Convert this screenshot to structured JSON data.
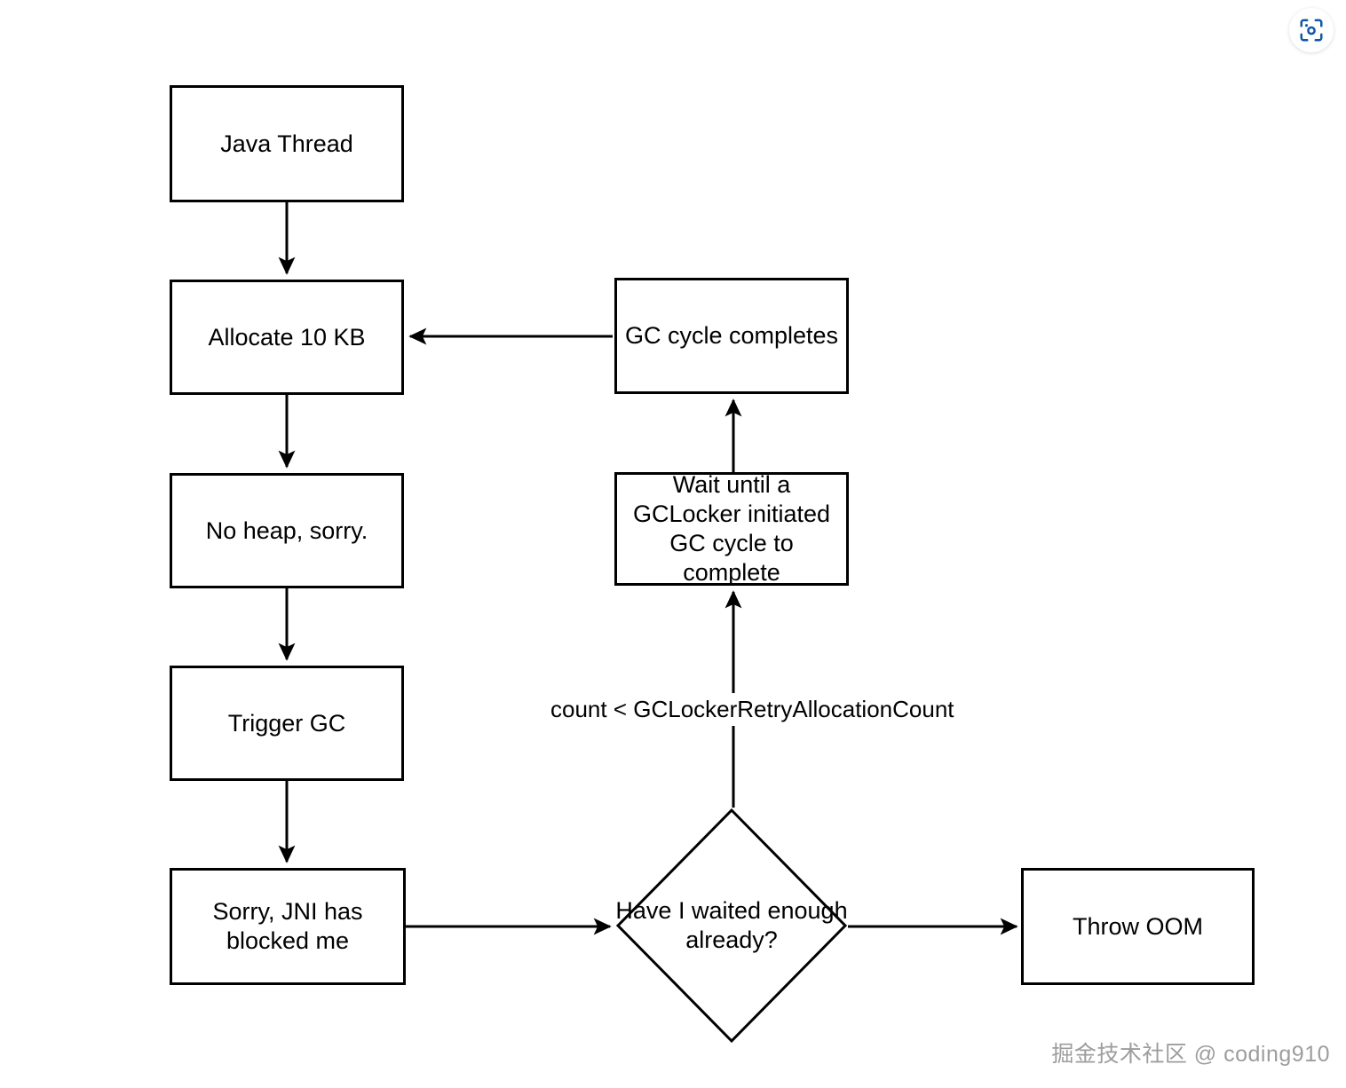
{
  "diagram": {
    "type": "flowchart",
    "title": "JNI GCLocker allocation retry flow",
    "nodes": {
      "java_thread": {
        "label": "Java Thread",
        "shape": "rectangle"
      },
      "allocate": {
        "label": "Allocate 10 KB",
        "shape": "rectangle"
      },
      "no_heap": {
        "label": "No heap, sorry.",
        "shape": "rectangle"
      },
      "trigger_gc": {
        "label": "Trigger GC",
        "shape": "rectangle"
      },
      "jni_blocked": {
        "label": "Sorry, JNI has blocked me",
        "shape": "rectangle"
      },
      "gc_completes": {
        "label": "GC cycle completes",
        "shape": "rectangle"
      },
      "wait_gclocker": {
        "label": "Wait until a GCLocker initiated GC cycle to complete",
        "shape": "rectangle"
      },
      "decision": {
        "label": "Have I waited enough already?",
        "shape": "diamond"
      },
      "throw_oom": {
        "label": "Throw OOM",
        "shape": "rectangle"
      }
    },
    "edge_labels": {
      "retry_count": "count < GCLockerRetryAllocationCount"
    }
  },
  "overlay": {
    "scan_icon_name": "scan-camera-icon",
    "scan_icon_color": "#1358a8",
    "watermark": "掘金技术社区 @ coding910",
    "watermark_color": "#9d9d9d"
  },
  "style": {
    "stroke": "#000000",
    "background": "#ffffff"
  }
}
